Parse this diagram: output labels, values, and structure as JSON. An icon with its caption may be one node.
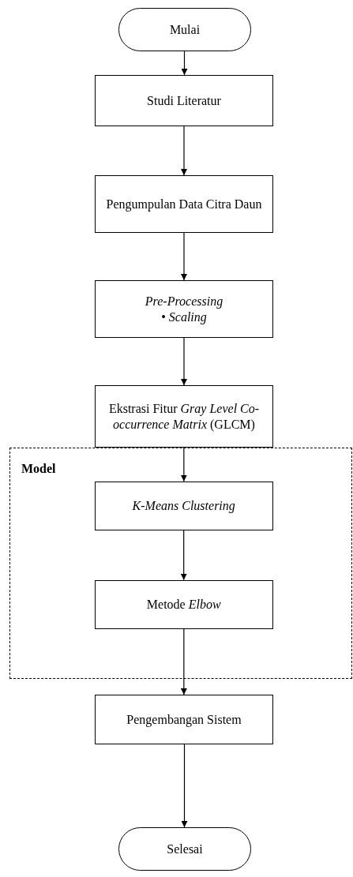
{
  "diagram": {
    "nodes": [
      {
        "text": [
          "Mulai"
        ]
      },
      {
        "text": [
          "Studi Literatur"
        ]
      },
      {
        "text": [
          "Pengumpulan Data Citra Daun"
        ]
      },
      {
        "text": [
          "*Pre-Processing*",
          "• *Scaling*"
        ]
      },
      {
        "text": [
          "Ekstrasi Fitur *Gray Level Co-occurrence Matrix* (GLCM)"
        ]
      },
      {
        "text": [
          "Model"
        ]
      },
      {
        "text": [
          "*K-Means Clustering*"
        ],
        "in": 5
      },
      {
        "text": [
          "Metode *Elbow*"
        ],
        "in": 5
      },
      {
        "text": [
          "Pengembangan Sistem"
        ]
      },
      {
        "text": [
          "Selesai"
        ]
      }
    ],
    "edges": [
      {
        "from": 0,
        "to": 1,
        "arrow": "to"
      },
      {
        "from": 1,
        "to": 2,
        "arrow": "to"
      },
      {
        "from": 2,
        "to": 3,
        "arrow": "to"
      },
      {
        "from": 3,
        "to": 4,
        "arrow": "to"
      },
      {
        "from": 4,
        "to": 6,
        "arrow": "to"
      },
      {
        "from": 6,
        "to": 7,
        "arrow": "to"
      },
      {
        "from": 7,
        "to": 8,
        "arrow": "to"
      },
      {
        "from": 8,
        "to": 9,
        "arrow": "to"
      }
    ]
  }
}
